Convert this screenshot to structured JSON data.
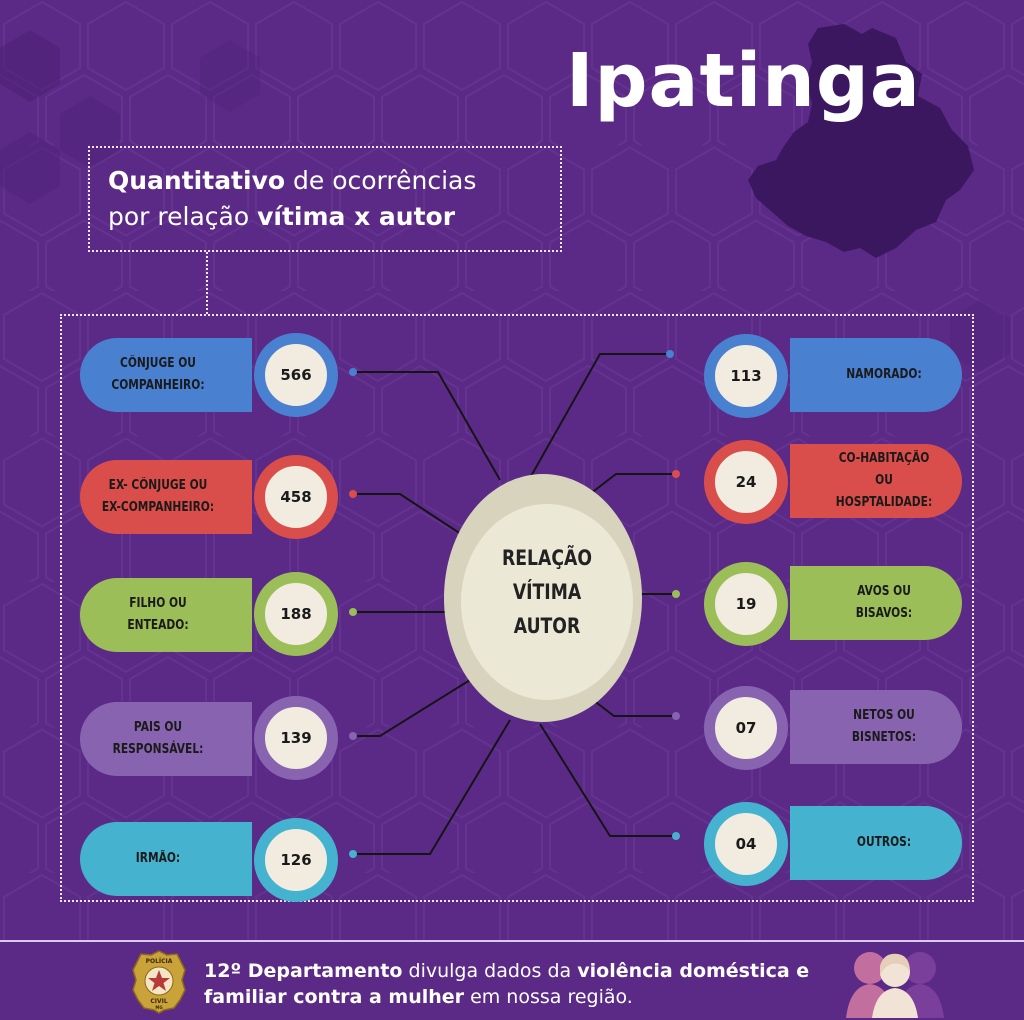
{
  "header": {
    "city": "Ipatinga",
    "title_line1": {
      "bold": "Quantitativo",
      "rest": " de ocorrências"
    },
    "title_line2": {
      "prefix": "por relação ",
      "bold": "vítima x autor"
    }
  },
  "diagram": {
    "center_label": "RELAÇÃO\nVÍTIMA\nAUTOR",
    "left_items": [
      {
        "label": "CÔNJUGE OU\nCOMPANHEIRO:",
        "value": "566",
        "color": "#4a80d0"
      },
      {
        "label": "EX- CÔNJUGE OU\nEX-COMPANHEIRO:",
        "value": "458",
        "color": "#d94e4a"
      },
      {
        "label": "FILHO OU\nENTEADO:",
        "value": "188",
        "color": "#9cbe58"
      },
      {
        "label": "PAIS OU\nRESPONSÁVEL:",
        "value": "139",
        "color": "#8864b0"
      },
      {
        "label": "IRMÃO:",
        "value": "126",
        "color": "#45b3cf"
      }
    ],
    "right_items": [
      {
        "label": "NAMORADO:",
        "value": "113",
        "color": "#4a80d0"
      },
      {
        "label": "CO-HABITAÇÃO\nOU HOSPTALIDADE:",
        "value": "24",
        "color": "#d94e4a"
      },
      {
        "label": "AVOS OU\nBISAVOS:",
        "value": "19",
        "color": "#9cbe58"
      },
      {
        "label": "NETOS OU\nBISNETOS:",
        "value": "07",
        "color": "#8864b0"
      },
      {
        "label": "OUTROS:",
        "value": "04",
        "color": "#45b3cf"
      }
    ]
  },
  "footer": {
    "line1": {
      "bold1": "12º Departamento",
      "text1": " divulga dados da ",
      "bold2": "violência doméstica e"
    },
    "line2": {
      "bold": "familiar contra a mulher",
      "text": " em nossa região."
    },
    "badge_text_top": "POLÍCIA",
    "badge_text_bottom": "CIVIL",
    "badge_text_state": "MG",
    "badge_icon": "police-badge-icon",
    "women_icon": "women-silhouettes-icon"
  },
  "colors": {
    "background": "#5b2a86",
    "blue": "#4a80d0",
    "red": "#d94e4a",
    "green": "#9cbe58",
    "purple": "#8864b0",
    "cyan": "#45b3cf",
    "number_fill": "#f1ecdf",
    "center_outer": "#d8d3bd",
    "map_shape": "#3b1760"
  }
}
